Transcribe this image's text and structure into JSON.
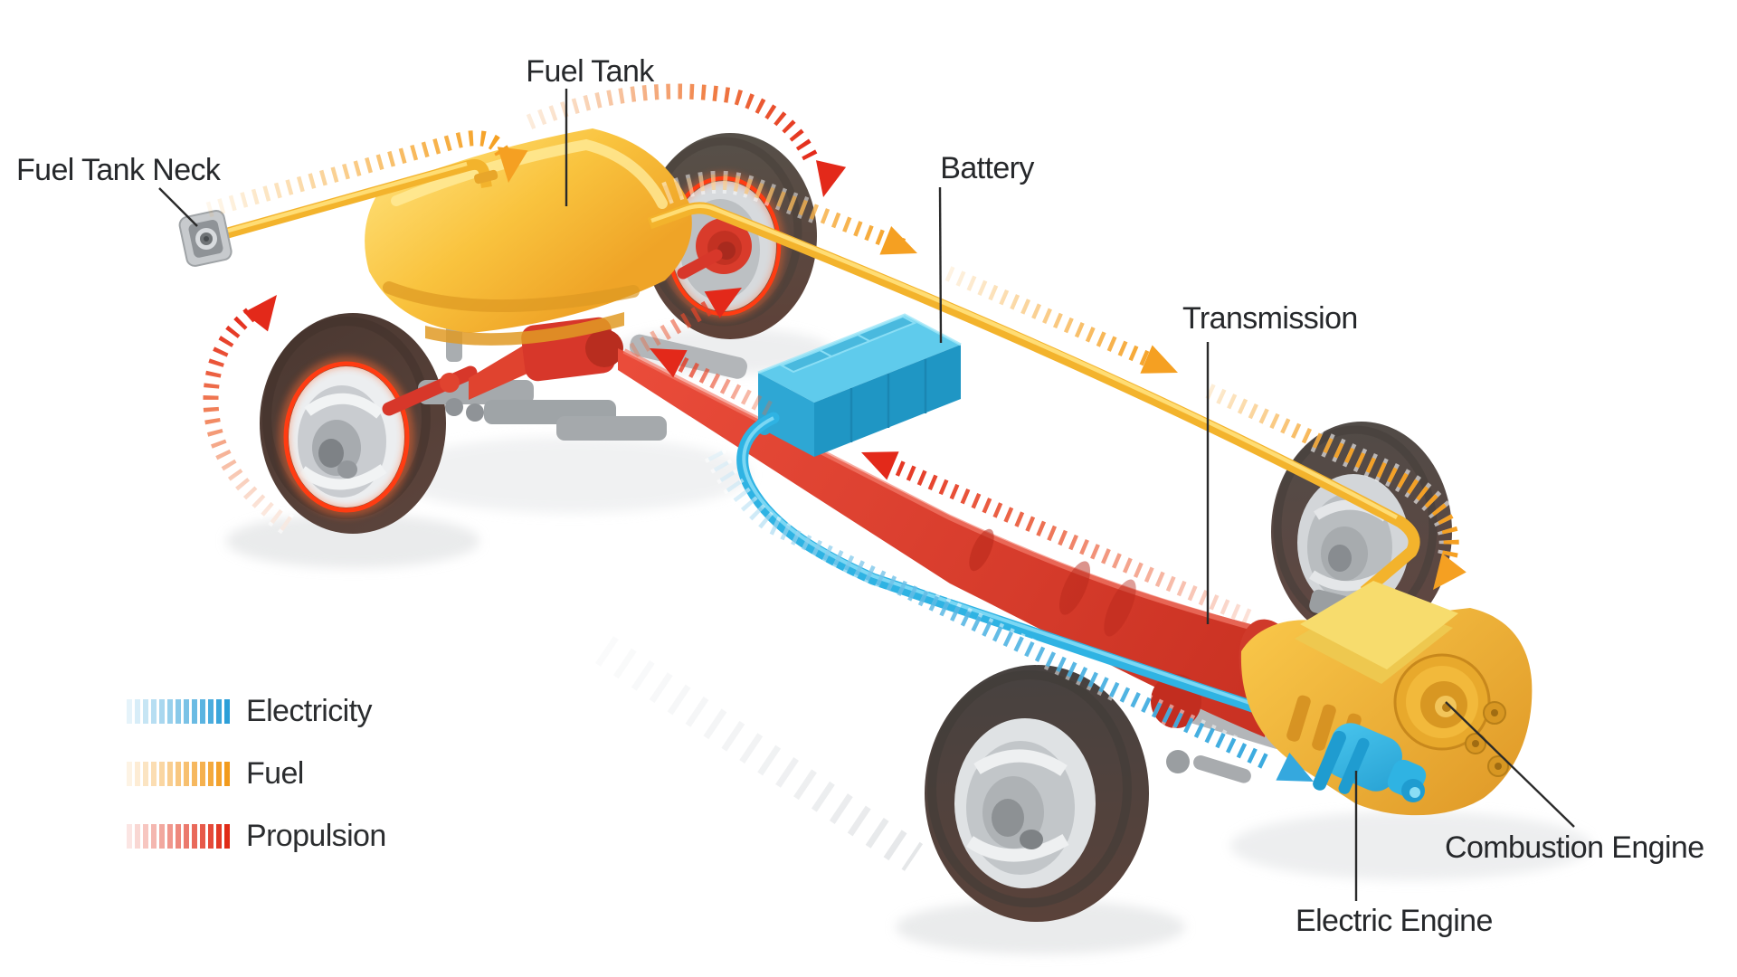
{
  "labels": {
    "fuel_tank": "Fuel Tank",
    "fuel_tank_neck": "Fuel Tank Neck",
    "battery": "Battery",
    "transmission": "Transmission",
    "combustion_engine": "Combustion Engine",
    "electric_engine": "Electric Engine"
  },
  "legend": {
    "items": [
      {
        "label": "Electricity",
        "color": "#2d9fd8"
      },
      {
        "label": "Fuel",
        "color": "#f29b1d"
      },
      {
        "label": "Propulsion",
        "color": "#e02b17"
      }
    ]
  },
  "colors": {
    "electricity_flow": "#35a8de",
    "fuel_flow": "#f5a022",
    "propulsion_flow": "#e3291a",
    "fuel_tank": "#f6b733",
    "battery": "#3fb7e0",
    "combustion_engine": "#f2b23a",
    "electric_engine": "#2fb3e3",
    "driveshaft": "#d93a28",
    "label_text": "#26282b",
    "background": "#ffffff"
  }
}
